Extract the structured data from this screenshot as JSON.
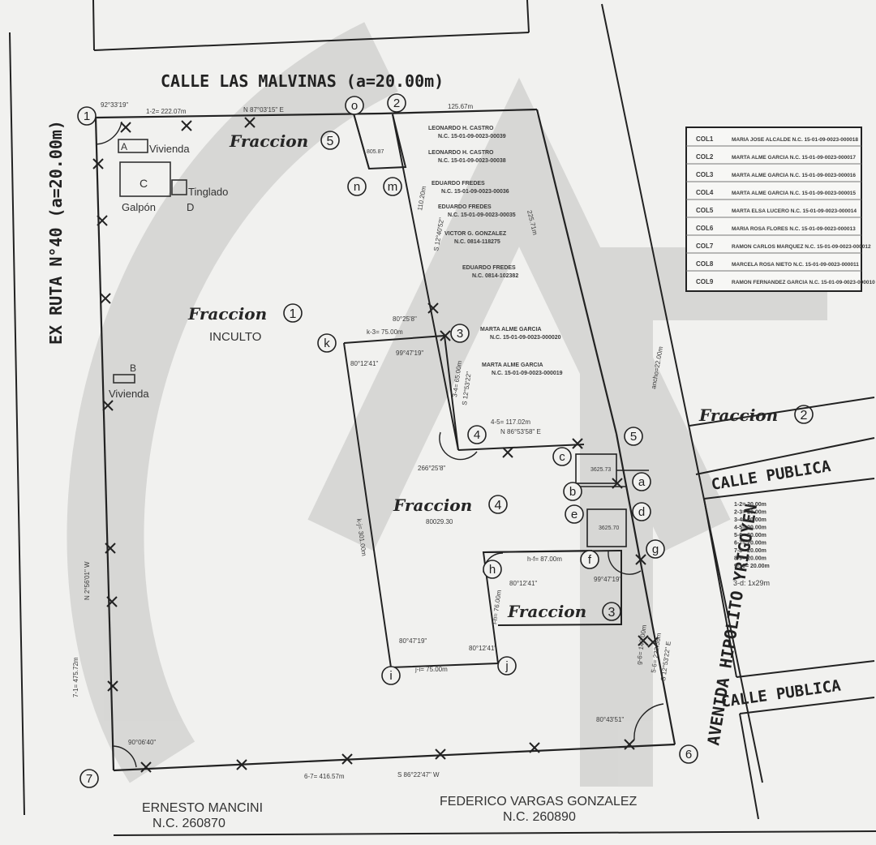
{
  "streets": {
    "top": "CALLE LAS MALVINAS (a=20.00m)",
    "left": "EX RUTA N°40 (a=20.00m)",
    "right": "AVENIDA HIPOLITO YRIGOYEN",
    "public1": "CALLE PUBLICA",
    "public2": "CALLE PUBLICA"
  },
  "fractions": {
    "f1": "Fraccion",
    "f1_num": "1",
    "f1_sub": "INCULTO",
    "f2": "Fraccion",
    "f2_num": "2",
    "f3": "Fraccion",
    "f3_num": "3",
    "f4": "Fraccion",
    "f4_num": "4",
    "f5": "Fraccion",
    "f5_num": "5"
  },
  "buildings": {
    "vivienda_a": "Vivienda",
    "vivienda_b": "Vivienda",
    "letter_a": "A",
    "letter_b": "B",
    "letter_c": "C",
    "letter_d": "D",
    "tinglado": "Tinglado",
    "galpon": "Galpón"
  },
  "nodes": {
    "n1": "1",
    "n2": "2",
    "n3": "3",
    "n4": "4",
    "n5": "5",
    "n6": "6",
    "n7": "7",
    "o": "o",
    "n": "n",
    "m": "m",
    "k": "k",
    "c": "c",
    "b": "b",
    "a": "a",
    "e": "e",
    "d": "d",
    "g": "g",
    "f": "f",
    "h": "h",
    "i": "i",
    "j": "j"
  },
  "dimensions": {
    "d12": "1-2= 222.07m",
    "d12_bearing": "N 87°03'15\" E",
    "d_top": "125.67m",
    "d_vert": "110.20m",
    "d_right": "225.71m",
    "d_bearing_mid": "S 12°40'52\"",
    "d34": "3-4= 65.00m",
    "d34_bearing": "S 12°53'22\"",
    "d45": "4-5= 117.02m",
    "d45_bearing": "N 86°53'58\" E",
    "d67": "6-7= 416.57m",
    "d67_bearing": "S 86°22'47\" W",
    "d71": "7-1= 475.72m",
    "d71_bearing": "N 2°56'01\" W",
    "d56": "5-6= 222.56m",
    "d56_bearing": "S 12°53'22\" E",
    "d_ih": "i-h= 76.00m",
    "d_ij": "j-i= 75.00m",
    "d_kj": "k-j= 301.00m",
    "d_hf": "h-f= 87.00m",
    "d_kb": "k-3= 75.00m",
    "d_gs": "g-6= 142.00m",
    "d_road": "ancho=22.00m",
    "d_ce": "3-d: 1x29m"
  },
  "angles": {
    "a1": "92°33'19\"",
    "a_k": "80°25'8\"",
    "a_k2": "80°12'41\"",
    "a_k3": "99°47'19\"",
    "a4": "266°25'8\"",
    "a_h": "80°12'41\"",
    "a_f": "99°47'19\"",
    "a_i": "80°47'19\"",
    "a_j": "80°12'41\"",
    "a6": "80°43'51\"",
    "a7": "90°06'40\""
  },
  "owners": {
    "south1": "ERNESTO MANCINI",
    "south1_nc": "N.C. 260870",
    "south2": "FEDERICO VARGAS GONZALEZ",
    "south2_nc": "N.C. 260890",
    "lot_owners": [
      "LEONARDO H. CASTRO",
      "N.C. 15-01-09-0023-00039",
      "LEONARDO H. CASTRO",
      "N.C. 15-01-09-0023-00038",
      "EDUARDO FREDES",
      "N.C. 15-01-09-0023-00036",
      "EDUARDO FREDES",
      "N.C. 15-01-09-0023-00035",
      "VICTOR G. GONZALEZ",
      "N.C. 0814-118275",
      "EDUARDO FREDES",
      "N.C. 0814-102382",
      "MARTA ALME GARCIA",
      "N.C. 15-01-09-0023-000020",
      "MARTA ALME GARCIA",
      "N.C. 15-01-09-0023-000019"
    ]
  },
  "legend": {
    "rows": [
      {
        "code": "COL1",
        "text": "MARIA JOSE ALCALDE N.C. 15-01-09-0023-000018"
      },
      {
        "code": "COL2",
        "text": "MARTA ALME GARCIA N.C. 15-01-09-0023-000017"
      },
      {
        "code": "COL3",
        "text": "MARTA ALME GARCIA N.C. 15-01-09-0023-000016"
      },
      {
        "code": "COL4",
        "text": "MARTA ALME GARCIA N.C. 15-01-09-0023-000015"
      },
      {
        "code": "COL5",
        "text": "MARTA ELSA LUCERO N.C. 15-01-09-0023-000014"
      },
      {
        "code": "COL6",
        "text": "MARIA ROSA FLORES N.C. 15-01-09-0023-000013"
      },
      {
        "code": "COL7",
        "text": "RAMON CARLOS MARQUEZ N.C. 15-01-09-0023-000012"
      },
      {
        "code": "COL8",
        "text": "MARCELA ROSA NIETO N.C. 15-01-09-0023-000011"
      },
      {
        "code": "COL9",
        "text": "RAMON FERNANDEZ GARCIA N.C. 15-01-09-0023-000010"
      }
    ]
  },
  "public_lots": [
    "1-2= 20.00m",
    "2-3= 20.00m",
    "3-4= 20.00m",
    "4-5= 20.00m",
    "5-6= 20.00m",
    "6-7= 20.00m",
    "7-8= 20.00m",
    "8-9= 20.00m",
    "9-10= 20.00m"
  ],
  "surfaces": {
    "s1": "3625.73",
    "s2": "80029.30",
    "s3": "3625.70",
    "s5": "805.87"
  }
}
